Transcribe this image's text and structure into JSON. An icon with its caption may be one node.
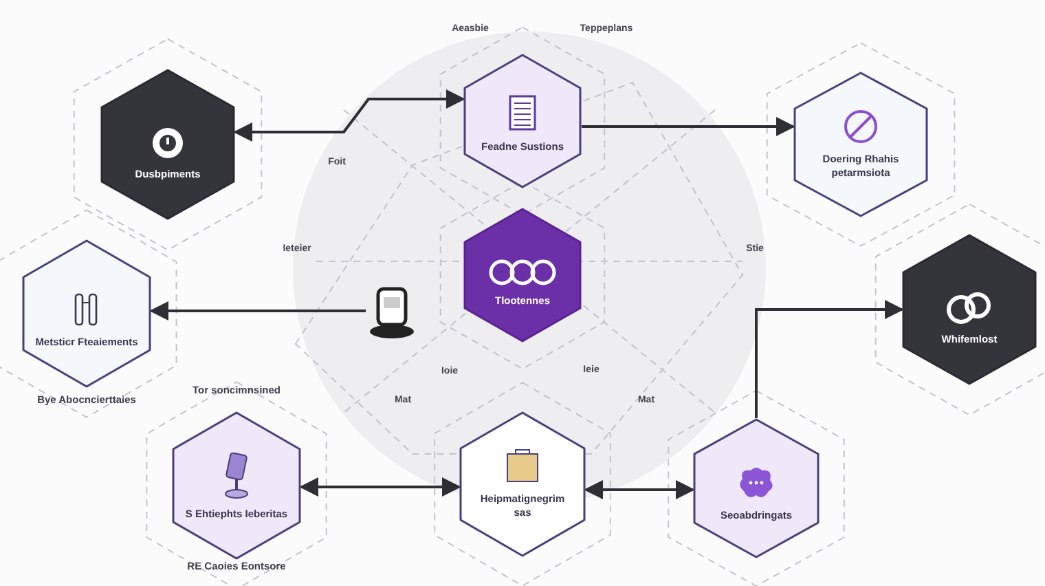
{
  "diagram": {
    "nodes": [
      {
        "text": [
          "Dusbpiments"
        ]
      },
      {
        "text": [
          "Feadne Sustions"
        ]
      },
      {
        "text": [
          "Doering Rhahis petarmsiota"
        ]
      },
      {
        "text": [
          "Metsticr Fteaiements"
        ],
        "beside": [
          "Bye Abocncierttaies"
        ]
      },
      {
        "text": [
          "Tlootennes"
        ]
      },
      {
        "text": [
          "Whifemlost"
        ]
      },
      {
        "text": [
          "S Ehtiephts Ieberitas"
        ],
        "beside": [
          "Tor soncimnsined",
          "RE Caoies Eontsore"
        ]
      },
      {
        "text": [
          "Heipmatignegrim sas"
        ]
      },
      {
        "text": [
          "Seoabdringats"
        ]
      },
      {
        "text": [],
        "shape": "picture"
      }
    ],
    "edges": [
      {
        "from": 0,
        "to": 1,
        "arrow": "both"
      },
      {
        "from": 1,
        "to": 2,
        "arrow": "to"
      },
      {
        "from": 9,
        "to": 3,
        "arrow": "to"
      },
      {
        "from": 6,
        "to": 7,
        "arrow": "both"
      },
      {
        "from": 7,
        "to": 8,
        "arrow": "both"
      },
      {
        "from": 8,
        "to": 5,
        "arrow": "to"
      }
    ],
    "labels": [
      "Aeasbie",
      "Teppeplans",
      "Foit",
      "Ieteier",
      "Stie",
      "Ioie",
      "Ieie",
      "Mat",
      "Mat"
    ]
  }
}
